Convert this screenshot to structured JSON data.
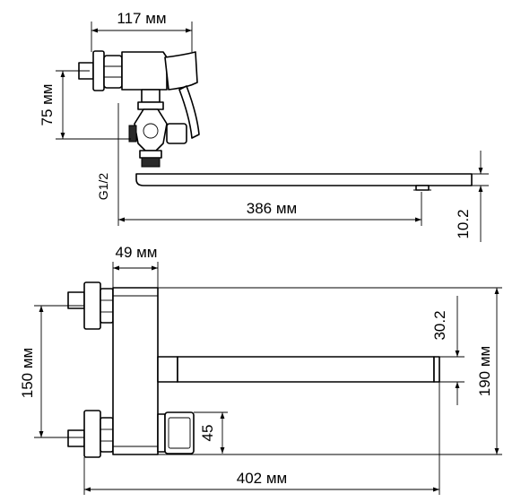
{
  "dimensions": {
    "side_width": "117 мм",
    "side_height": "75 мм",
    "thread": "G1/2",
    "spout_length": "386 мм",
    "spout_offset": "10.2",
    "front_body": "49 мм",
    "front_centers": "150 мм",
    "front_spout_height": "30.2",
    "front_total_height": "190 мм",
    "front_inlet": "45",
    "front_total_length": "402 мм"
  }
}
